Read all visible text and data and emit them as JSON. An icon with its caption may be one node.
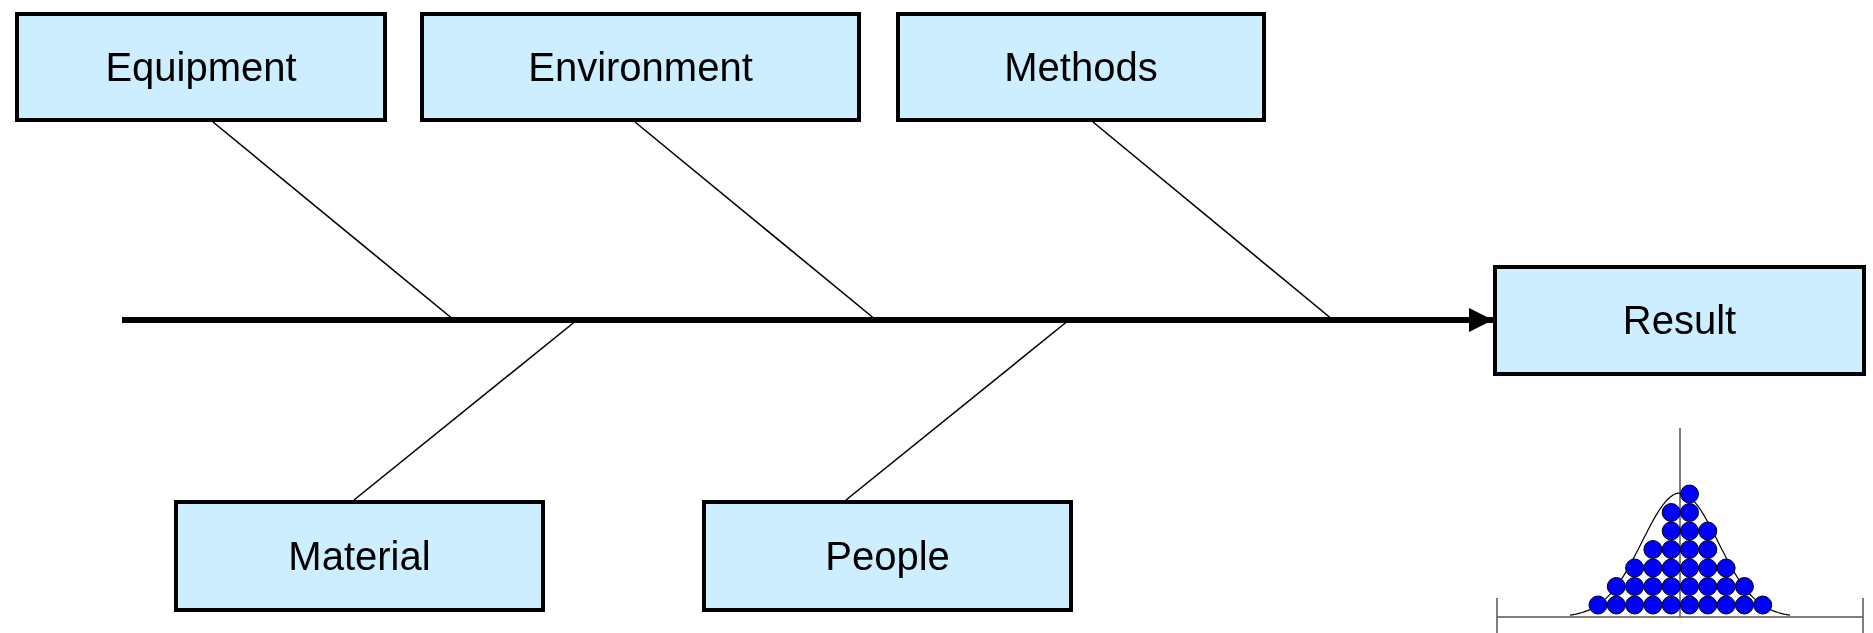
{
  "diagram": {
    "nodes": [
      {
        "text": [
          "Equipment"
        ]
      },
      {
        "text": [
          "Environment"
        ]
      },
      {
        "text": [
          "Methods"
        ]
      },
      {
        "text": [
          "Result"
        ]
      },
      {
        "text": [
          "Material"
        ]
      },
      {
        "text": [
          "People"
        ]
      }
    ],
    "edges": [
      {
        "from": null,
        "to": 3,
        "arrow": "to",
        "style": "thick"
      },
      {
        "from": 0,
        "to": null,
        "arrow": "none"
      },
      {
        "from": 1,
        "to": null,
        "arrow": "none"
      },
      {
        "from": 2,
        "to": null,
        "arrow": "none"
      },
      {
        "from": 4,
        "to": null,
        "arrow": "none"
      },
      {
        "from": 5,
        "to": null,
        "arrow": "none"
      }
    ]
  }
}
